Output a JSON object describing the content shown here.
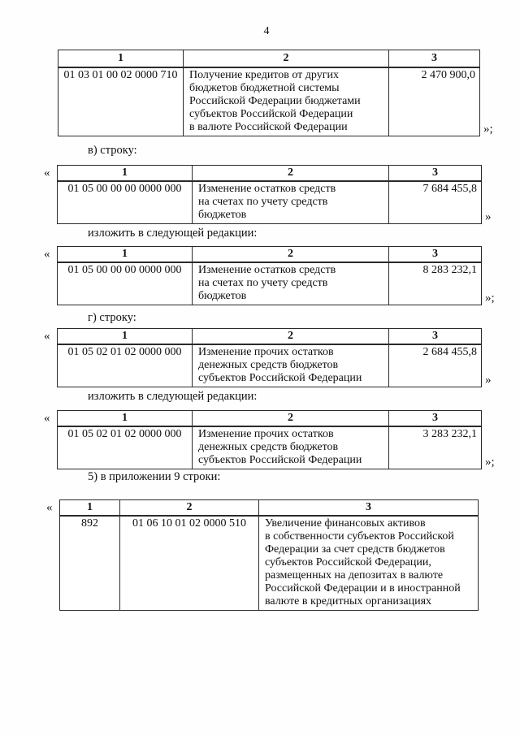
{
  "page": {
    "number": "4"
  },
  "labels": {
    "v_stroku": "в) строку:",
    "izlozhit_1": "изложить в следующей редакции:",
    "g_stroku": "г) строку:",
    "izlozhit_2": "изложить в следующей редакции:",
    "pril_9": "5) в приложении 9 строки:"
  },
  "tables": [
    {
      "h1": "1",
      "h2": "2",
      "h3": "3",
      "code": "01 03 01 00 02 0000 710",
      "name": "Получение кредитов от других\nбюджетов бюджетной системы\nРоссийской Федерации бюджетами\nсубъектов Российской Федерации\nв валюте Российской Федерации",
      "value": "2 470 900,0",
      "close": "»;"
    },
    {
      "h1": "1",
      "h2": "2",
      "h3": "3",
      "open": "«",
      "code": "01 05 00 00 00 0000 000",
      "name": "Изменение остатков средств\nна счетах по учету средств\nбюджетов",
      "value": "7 684 455,8",
      "close": "»"
    },
    {
      "h1": "1",
      "h2": "2",
      "h3": "3",
      "open": "«",
      "code": "01 05 00 00 00 0000 000",
      "name": "Изменение остатков средств\nна счетах по учету средств\nбюджетов",
      "value": "8 283 232,1",
      "close": "»;"
    },
    {
      "h1": "1",
      "h2": "2",
      "h3": "3",
      "open": "«",
      "code": "01 05 02 01 02 0000 000",
      "name": "Изменение прочих остатков\nденежных средств бюджетов\nсубъектов Российской Федерации",
      "value": "2 684 455,8",
      "close": "»"
    },
    {
      "h1": "1",
      "h2": "2",
      "h3": "3",
      "open": "«",
      "code": "01 05 02 01 02 0000 000",
      "name": "Изменение прочих остатков\nденежных средств бюджетов\nсубъектов Российской Федерации",
      "value": "3 283 232,1",
      "close": "»;"
    },
    {
      "h1": "1",
      "h2": "2",
      "h3": "3",
      "open": "«",
      "num": "892",
      "code": "01 06 10 01 02 0000 510",
      "name": "Увеличение финансовых активов\nв собственности субъектов Российской\nФедерации за счет средств бюджетов\nсубъектов Российской Федерации,\nразмещенных на депозитах в валюте\nРоссийской Федерации и в иностранной\nвалюте в кредитных организациях"
    }
  ]
}
